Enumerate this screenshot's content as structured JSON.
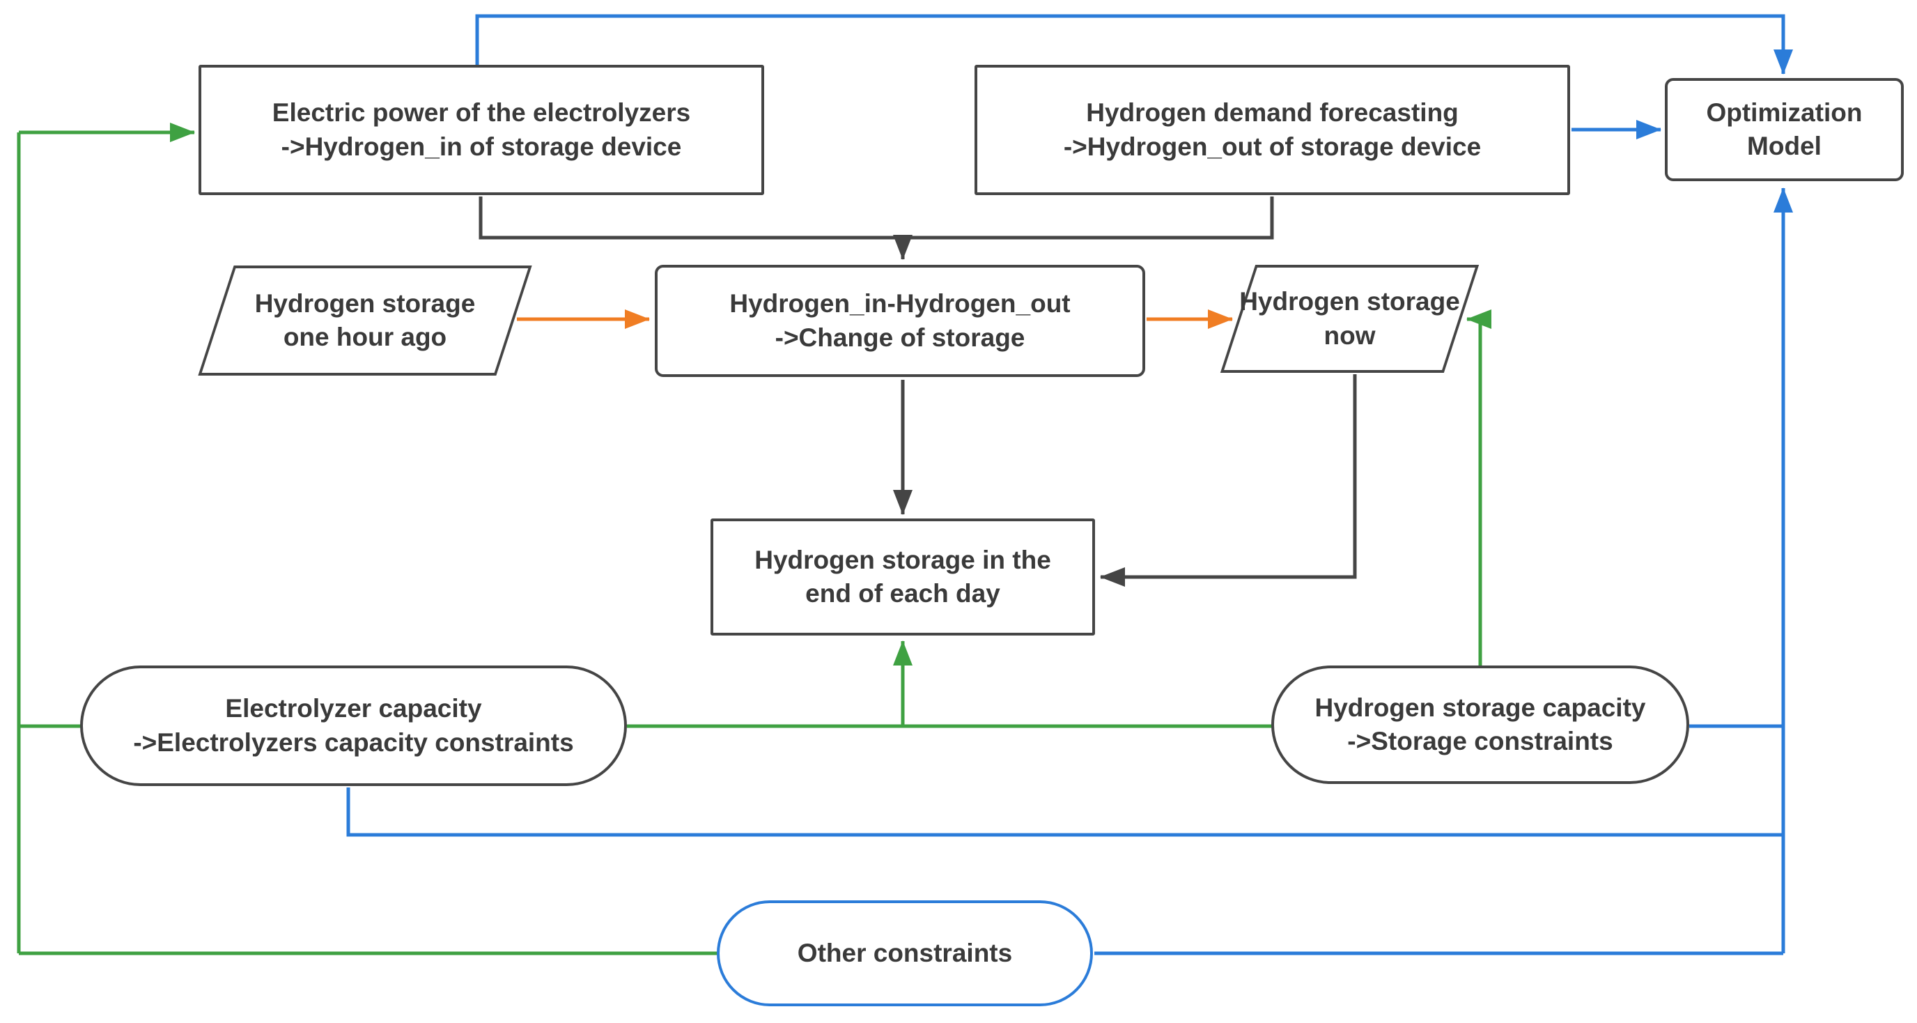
{
  "title": "Hydrogen storage optimization model flow diagram",
  "colors": {
    "green": "#3fa142",
    "blue": "#2b7cd9",
    "orange": "#f07d23",
    "dark": "#454545",
    "text": "#3a3a3a",
    "bg": "#ffffff"
  },
  "nodes": {
    "electric_power": {
      "line1": "Electric power of the electrolyzers",
      "line2": "->Hydrogen_in of storage device"
    },
    "hydrogen_demand": {
      "line1": "Hydrogen demand forecasting",
      "line2": "->Hydrogen_out of storage device"
    },
    "optimization": {
      "line1": "Optimization",
      "line2": "Model"
    },
    "storage_one_hour_ago": {
      "line1": "Hydrogen storage",
      "line2": "one hour ago"
    },
    "hydrogen_in_out": {
      "line1": "Hydrogen_in-Hydrogen_out",
      "line2": "->Change of storage"
    },
    "storage_now": {
      "line1": "Hydrogen storage",
      "line2": "now"
    },
    "storage_end_of_day": {
      "line1": "Hydrogen storage in the",
      "line2": "end of each day"
    },
    "electrolyzer_capacity": {
      "line1": "Electrolyzer capacity",
      "line2": "->Electrolyzers capacity constraints"
    },
    "storage_capacity": {
      "line1": "Hydrogen storage capacity",
      "line2": "->Storage constraints"
    },
    "other_constraints": {
      "line1": "Other constraints"
    }
  }
}
